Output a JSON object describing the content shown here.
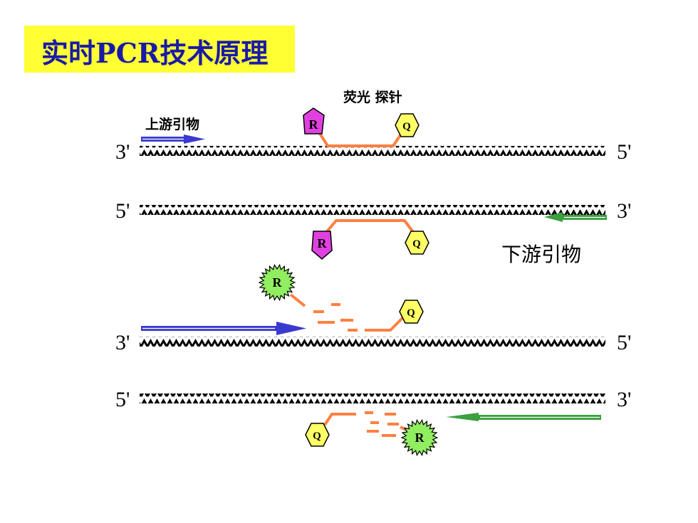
{
  "title": "实时PCR技术原理",
  "labels": {
    "probe": "荧光 探针",
    "forward_primer": "上游引物",
    "reverse_primer": "下游引物",
    "reporter": "R",
    "quencher": "Q"
  },
  "strand_ends": {
    "row1_left": "3'",
    "row1_right": "5'",
    "row2_left": "5'",
    "row2_right": "3'",
    "row3_left": "3'",
    "row3_right": "5'",
    "row4_left": "5'",
    "row4_right": "3'"
  },
  "colors": {
    "title_bg": "#ffff33",
    "title_text": "#1a1aa8",
    "probe_line": "#ff8040",
    "reporter_magenta": "#e040e0",
    "quencher_yellow": "#ffff66",
    "reporter_green": "#90ee60",
    "forward_arrow": "#3a3ad0",
    "reverse_arrow": "#3aa040"
  }
}
